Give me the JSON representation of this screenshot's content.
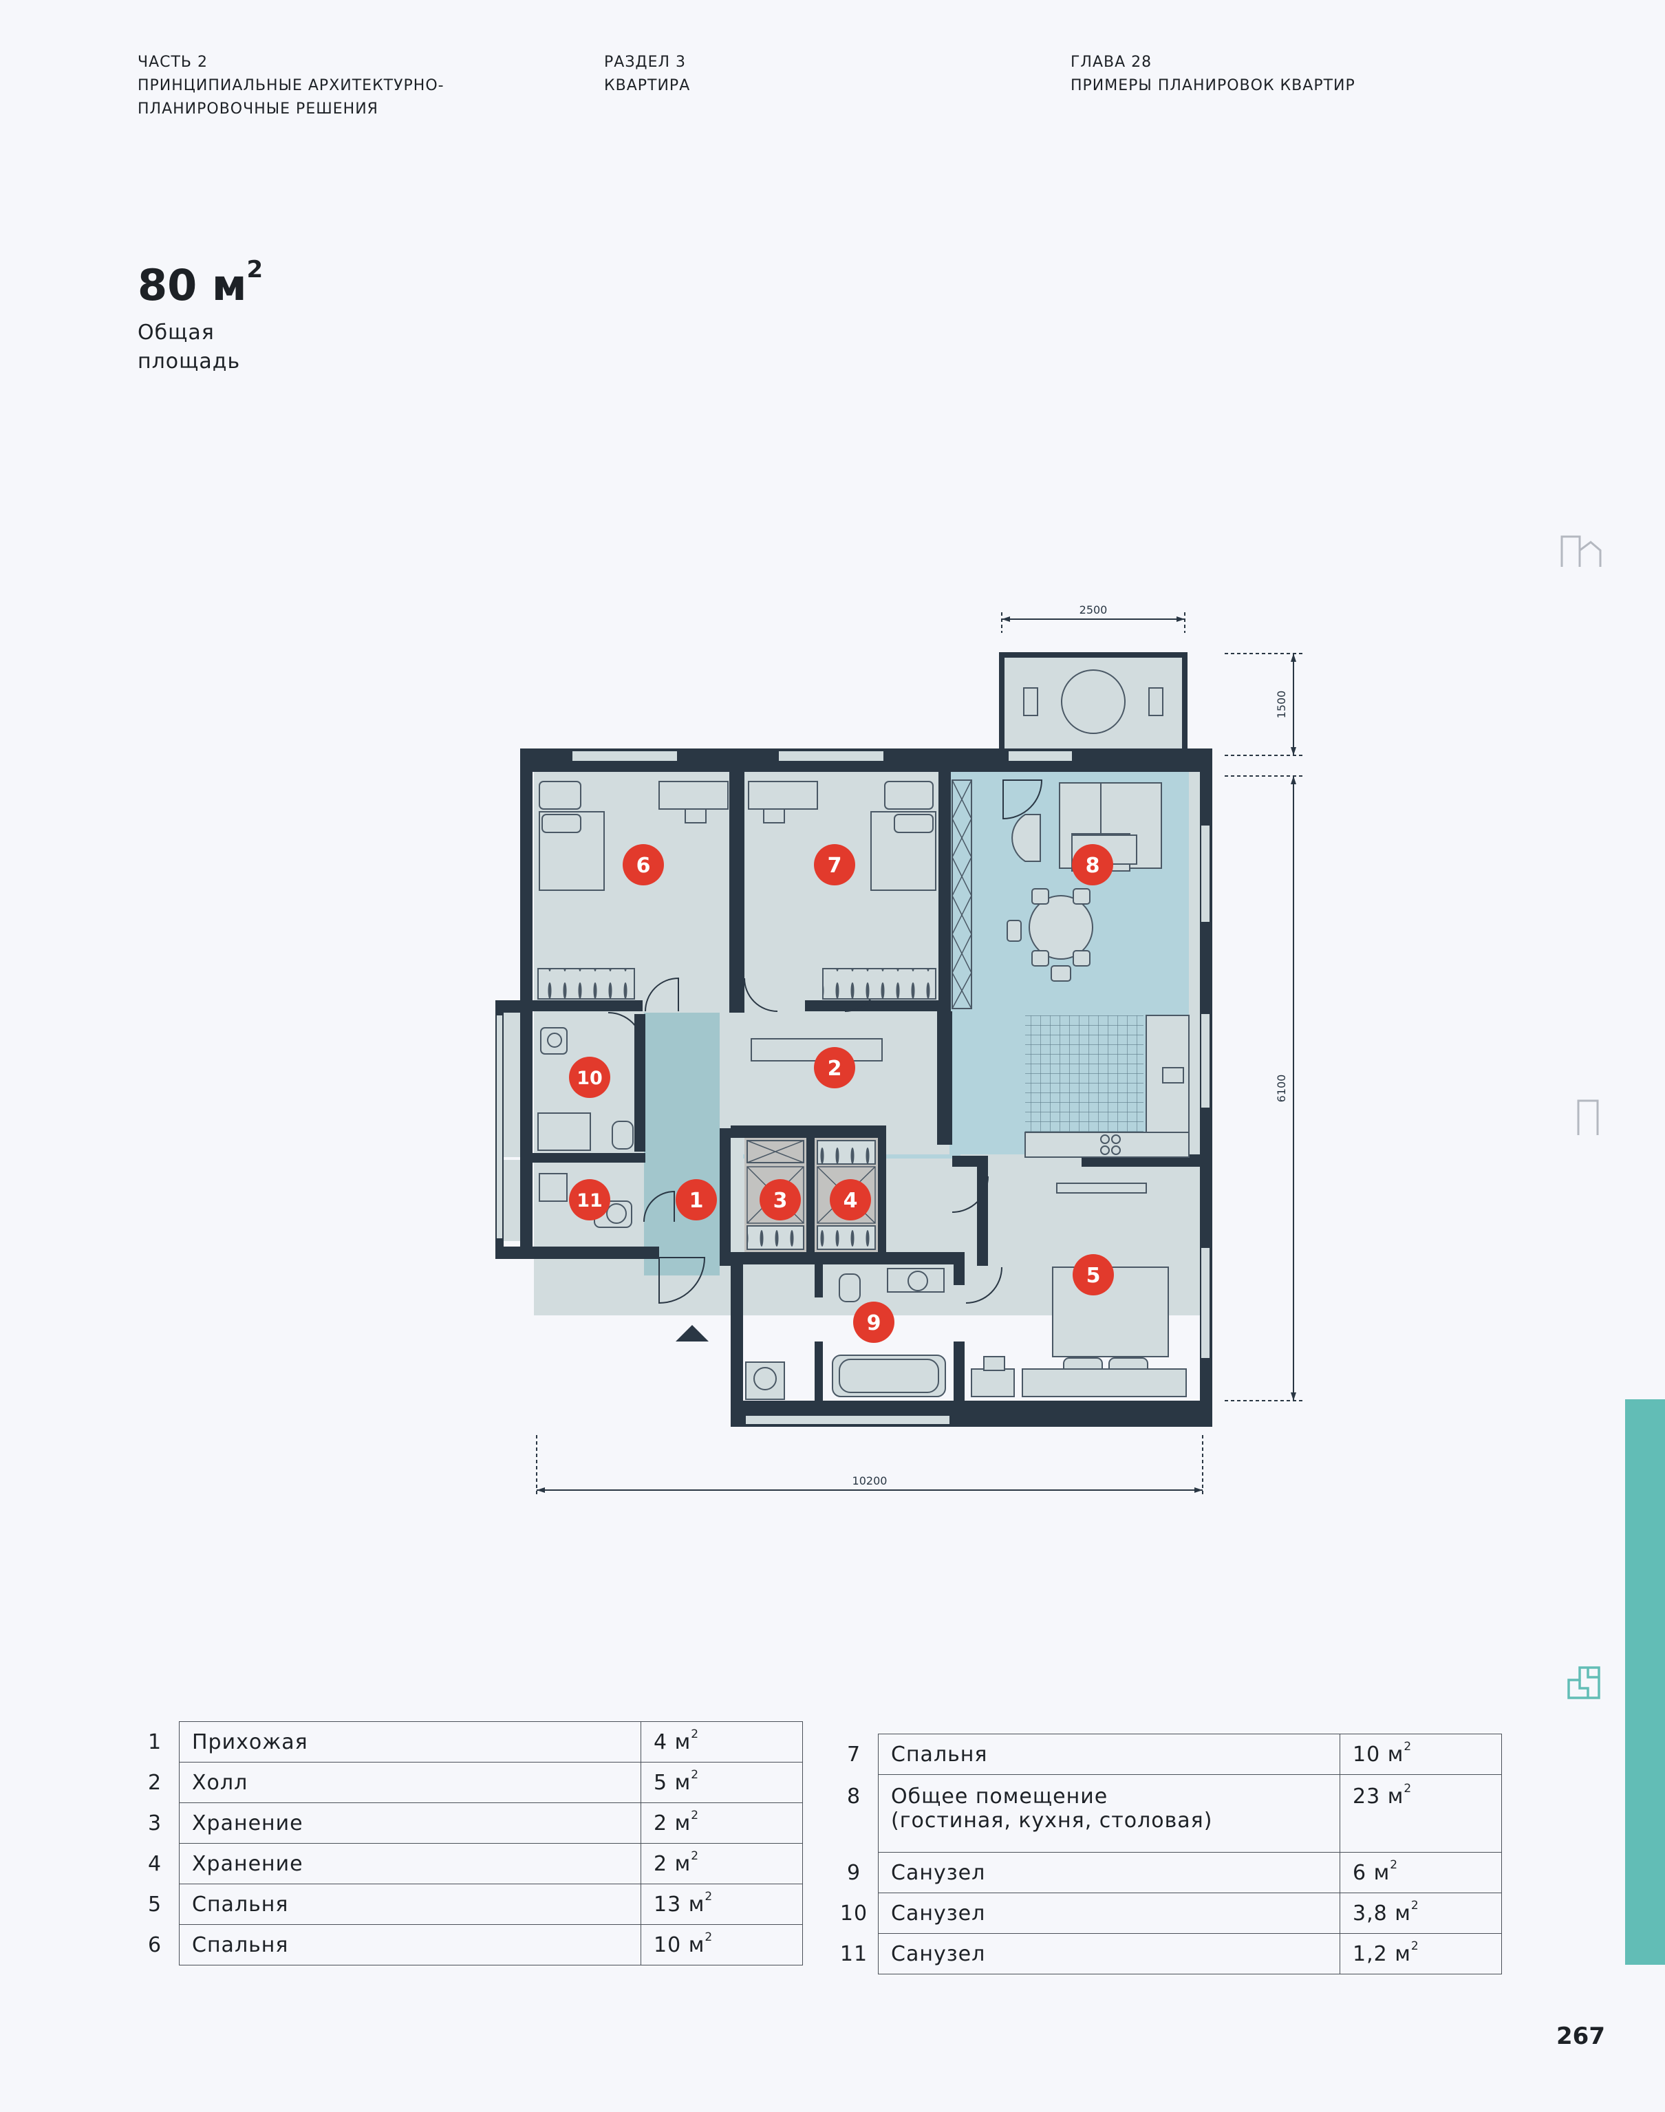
{
  "header": {
    "part": [
      "ЧАСТЬ 2",
      "ПРИНЦИПИАЛЬНЫЕ АРХИТЕКТУРНО-",
      "ПЛАНИРОВОЧНЫЕ РЕШЕНИЯ"
    ],
    "section": [
      "РАЗДЕЛ 3",
      "КВАРТИРА"
    ],
    "chapter": [
      "ГЛАВА 28",
      "ПРИМЕРЫ ПЛАНИРОВОК КВАРТИР"
    ]
  },
  "area": {
    "value": "80 м",
    "sup": "2",
    "label_line1": "Общая",
    "label_line2": "площадь"
  },
  "plan": {
    "dim_top": "2500",
    "dim_balcony": "1500",
    "dim_height": "6100",
    "dim_width": "10200",
    "markers": [
      "1",
      "2",
      "3",
      "4",
      "5",
      "6",
      "7",
      "8",
      "9",
      "10",
      "11"
    ]
  },
  "legend_left": [
    {
      "num": "1",
      "name": "Прихожая",
      "area": "4 м",
      "sup": "2"
    },
    {
      "num": "2",
      "name": "Холл",
      "area": "5 м",
      "sup": "2"
    },
    {
      "num": "3",
      "name": "Хранение",
      "area": "2 м",
      "sup": "2"
    },
    {
      "num": "4",
      "name": "Хранение",
      "area": "2 м",
      "sup": "2"
    },
    {
      "num": "5",
      "name": "Спальня",
      "area": "13 м",
      "sup": "2"
    },
    {
      "num": "6",
      "name": "Спальня",
      "area": "10 м",
      "sup": "2"
    }
  ],
  "legend_right": [
    {
      "num": "7",
      "name": "Спальня",
      "area": "10 м",
      "sup": "2"
    },
    {
      "num": "8",
      "name": "Общее помещение",
      "name2": "(гостиная, кухня, столовая)",
      "area": "23 м",
      "sup": "2"
    },
    {
      "num": "9",
      "name": "Санузел",
      "area": "6 м",
      "sup": "2"
    },
    {
      "num": "10",
      "name": "Санузел",
      "area": "3,8 м",
      "sup": "2"
    },
    {
      "num": "11",
      "name": "Санузел",
      "area": "1,2 м",
      "sup": "2"
    }
  ],
  "page_number": "267",
  "colors": {
    "wall": "#2a3744",
    "room_light": "#d2dcde",
    "room_blue": "#b3d3dc",
    "corridor": "#a2c6cc",
    "storage": "#c2c2c0",
    "marker": "#e23a2c",
    "accent_teal": "#62bdb6"
  },
  "icons": [
    "building-icon",
    "door-icon",
    "floorplan-icon"
  ]
}
